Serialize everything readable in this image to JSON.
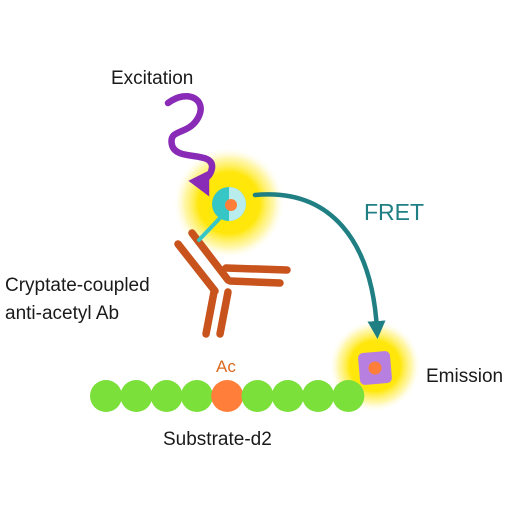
{
  "labels": {
    "excitation": "Excitation",
    "fret": "FRET",
    "antibody_line1": "Cryptate-coupled",
    "antibody_line2": "anti-acetyl Ab",
    "ac": "Ac",
    "emission": "Emission",
    "substrate": "Substrate-d2"
  },
  "colors": {
    "excitation_wave": "#8a2bb8",
    "glow": "#ffe600",
    "donor": "#36c6c6",
    "donor_center": "#ff7f3a",
    "antibody": "#c8531c",
    "fret_arrow": "#1f7f83",
    "acceptor": "#b77fe0",
    "substrate_bead": "#7be03a",
    "acetyl_bead": "#ff7f3a"
  },
  "substrate": {
    "bead_count": 9,
    "acetyl_index": 4
  }
}
